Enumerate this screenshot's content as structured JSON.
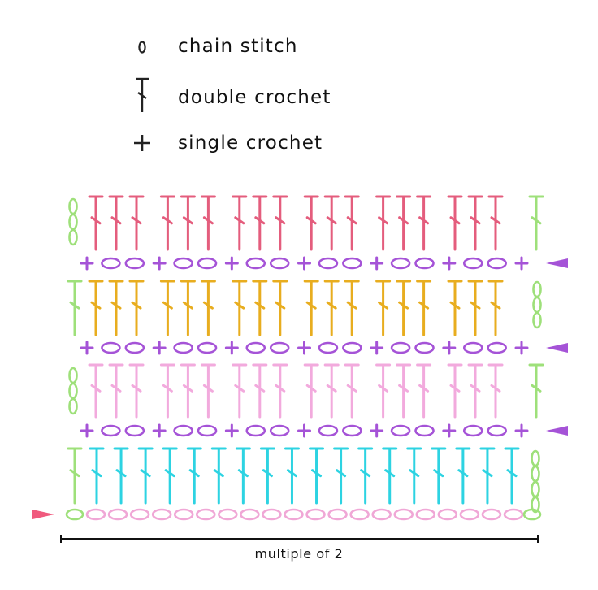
{
  "legend": [
    {
      "symbol": "chain",
      "label": "chain stitch"
    },
    {
      "symbol": "double-crochet",
      "label": "double crochet"
    },
    {
      "symbol": "single-crochet",
      "label": "single crochet"
    }
  ],
  "colors": {
    "legend_symbol": "#222222",
    "foundation_chain": "#f0a7d6",
    "turning_chain": "#9ee07a",
    "single_crochet_rows": "#a553d7",
    "row_marker": "#a553d7",
    "start_marker": "#f05a7e",
    "ruler": "#111111",
    "dc_row_1": "#2dd3e2",
    "dc_row_2": "#f2aadd",
    "dc_row_3": "#e8ad1f",
    "dc_row_4": "#e45d7d"
  },
  "chart": {
    "foundation_chain_count": 20,
    "row1_dc_count": 18,
    "dc_group_size": 3,
    "dc_group_count": 6,
    "single_crochet_chain_repeats": 6
  },
  "caption": "multiple of 2"
}
